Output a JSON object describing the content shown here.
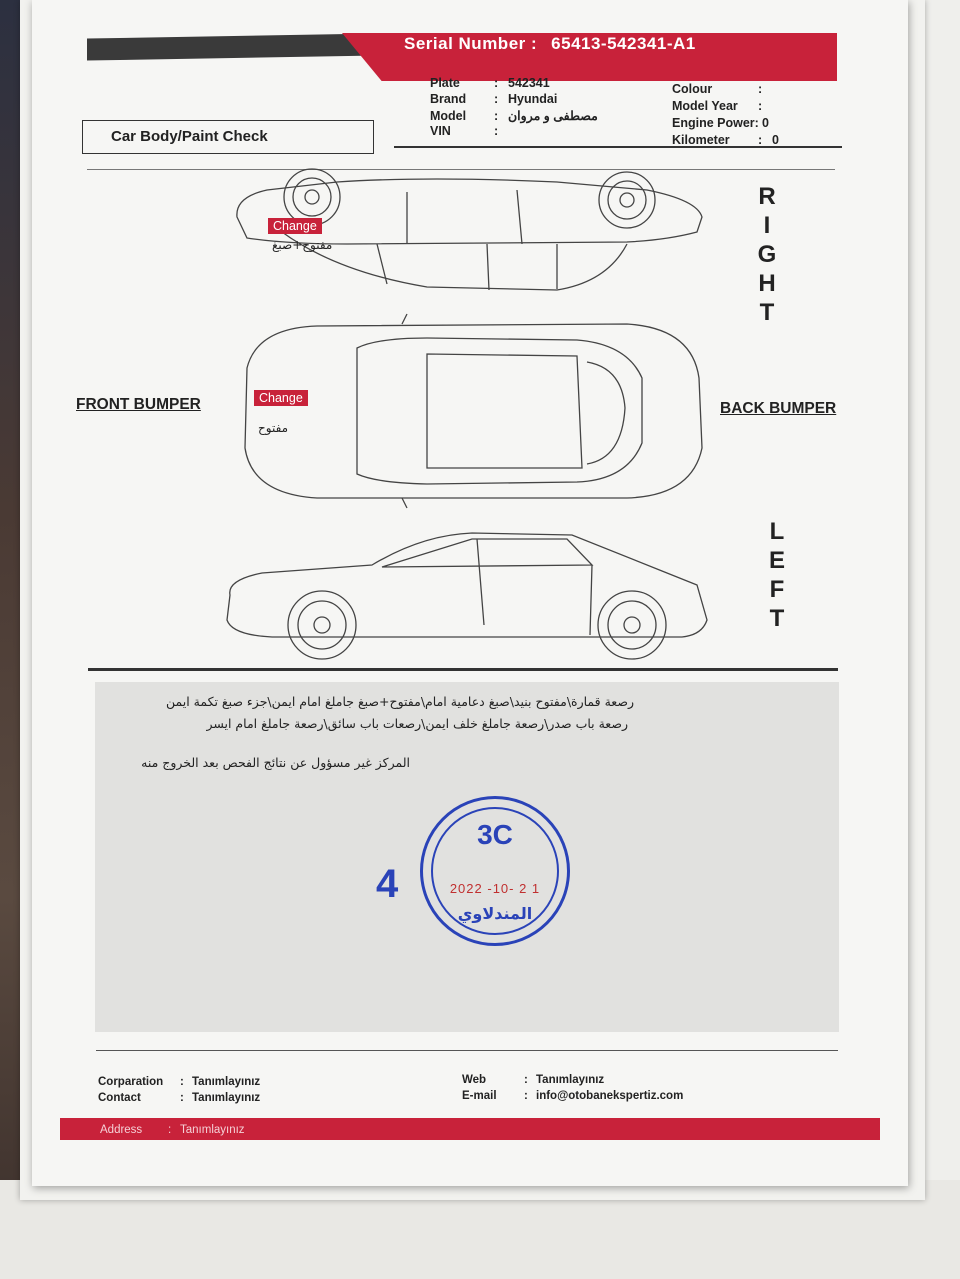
{
  "header": {
    "serial_label": "Serial Number :",
    "serial_value": "65413-542341-A1"
  },
  "vehicle": {
    "plate": {
      "label": "Plate",
      "value": "542341"
    },
    "brand": {
      "label": "Brand",
      "value": "Hyundai"
    },
    "model": {
      "label": "Model",
      "value": "مصطفى و مروان"
    },
    "vin": {
      "label": "VIN",
      "value": ""
    },
    "colour": {
      "label": "Colour",
      "value": ""
    },
    "model_year": {
      "label": "Model Year",
      "value": ""
    },
    "engine_power": {
      "label": "Engine Power:",
      "value": "0"
    },
    "kilometer": {
      "label": "Kilometer",
      "value": "0"
    }
  },
  "section_title": "Car Body/Paint Check",
  "diagram": {
    "right_label": [
      "R",
      "I",
      "G",
      "H",
      "T"
    ],
    "left_label": [
      "L",
      "E",
      "F",
      "T"
    ],
    "front_bumper": "FRONT BUMPER",
    "back_bumper": "BACK BUMPER",
    "marks": [
      {
        "view": "right",
        "tag": "Change",
        "note": "مفتوح+صبغ"
      },
      {
        "view": "top",
        "tag": "Change",
        "note": "مفتوح"
      }
    ]
  },
  "notes": {
    "line1": "رصعة قمارة\\مفتوح بنيد\\صبغ دعامية امام\\مفتوح+صبغ جاملغ امام ايمن\\جزء صبغ تكمة ايمن",
    "line2": "رصعة باب صدر\\رصعة جاملغ خلف ايمن\\رصعات باب سائق\\رصعة جاملغ امام ايسر",
    "disclaimer": "المركز غير مسؤول عن نتائج الفحص بعد الخروج منه"
  },
  "stamp": {
    "code": "3C",
    "date": "2022 -10- 2 1",
    "name": "المندلاوي",
    "handwritten_number": "4"
  },
  "footer": {
    "corporation": {
      "label": "Corparation",
      "value": "Tanımlayınız"
    },
    "contact": {
      "label": "Contact",
      "value": "Tanımlayınız"
    },
    "web": {
      "label": "Web",
      "value": "Tanımlayınız"
    },
    "email": {
      "label": "E-mail",
      "value": "info@otobanekspertiz.com"
    },
    "address": {
      "label": "Address",
      "value": "Tanımlayınız"
    }
  },
  "colors": {
    "accent_red": "#c8223a",
    "stamp_blue": "#2a43b8"
  }
}
